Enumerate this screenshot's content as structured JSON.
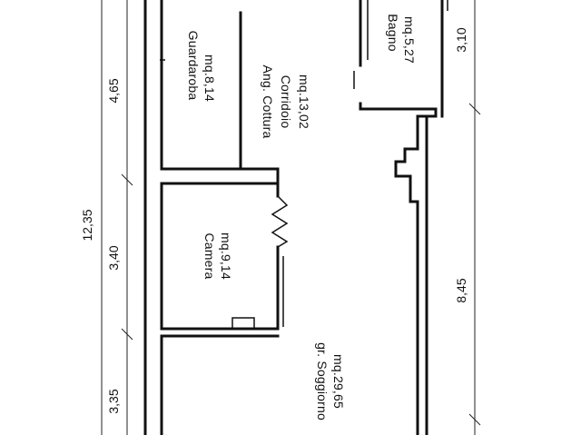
{
  "rooms": {
    "guardaroba": {
      "name": "Guardaroba",
      "area": "mq.8,14"
    },
    "cucina": {
      "name": "Ang. Cottura",
      "name2": "Corridoio",
      "area": "mq.13,02"
    },
    "bagno": {
      "name": "Bagno",
      "area": "mq.5,27"
    },
    "camera": {
      "name": "Camera",
      "area": "mq.9,14"
    },
    "soggiorno": {
      "name": "gr. Soggiorno",
      "area": "mq.29,65"
    }
  },
  "dimensions": {
    "total_left": "12,35",
    "seg_top_left": "4,65",
    "seg_mid_left": "3,40",
    "seg_bot_left": "3,35",
    "right_top": "3,10",
    "right_bottom": "8,45"
  }
}
